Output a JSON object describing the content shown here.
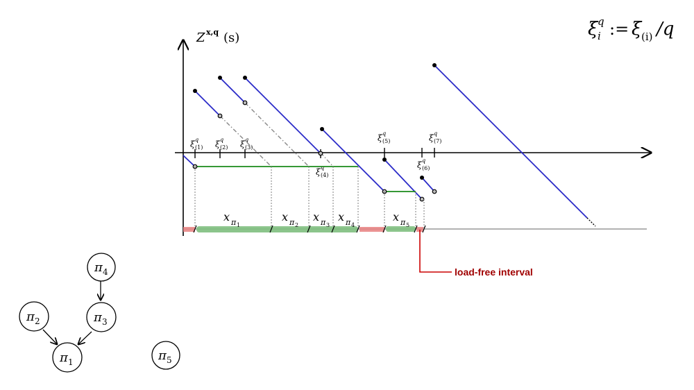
{
  "formula": {
    "xi": "ξ",
    "sup_q": "q",
    "sub_i": "i",
    "assign": ":=",
    "xi2": "ξ",
    "sub_paren_i": "(i)",
    "slash_q": "/q"
  },
  "y_axis_label": {
    "main": "Z",
    "sup": "x,q",
    "arg": "(s)"
  },
  "xi_ticks": [
    {
      "sup": "q",
      "sub": "(1)"
    },
    {
      "sup": "q",
      "sub": "(2)"
    },
    {
      "sup": "q",
      "sub": "(3)"
    },
    {
      "sup": "q",
      "sub": "(4)"
    },
    {
      "sup": "q",
      "sub": "(5)"
    },
    {
      "sup": "q",
      "sub": "(6)"
    },
    {
      "sup": "q",
      "sub": "(7)"
    }
  ],
  "interval_labels": [
    {
      "main": "x",
      "sub": "π",
      "subsub": "1"
    },
    {
      "main": "x",
      "sub": "π",
      "subsub": "2"
    },
    {
      "main": "x",
      "sub": "π",
      "subsub": "3"
    },
    {
      "main": "x",
      "sub": "π",
      "subsub": "4"
    },
    {
      "main": "x",
      "sub": "π",
      "subsub": "5"
    }
  ],
  "load_free_label": "load-free interval",
  "graph_nodes": [
    {
      "sym": "π",
      "sub": "1"
    },
    {
      "sym": "π",
      "sub": "2"
    },
    {
      "sym": "π",
      "sub": "3"
    },
    {
      "sym": "π",
      "sub": "4"
    },
    {
      "sym": "π",
      "sub": "5"
    }
  ],
  "colors": {
    "blue": "#2b2bc8",
    "green": "#1a8a1a",
    "green_band": "#7fbf7f",
    "red_band": "#e88080",
    "red": "#cc0000",
    "dark_red_text": "#a00000",
    "gray": "#888888",
    "axis": "#000000"
  }
}
